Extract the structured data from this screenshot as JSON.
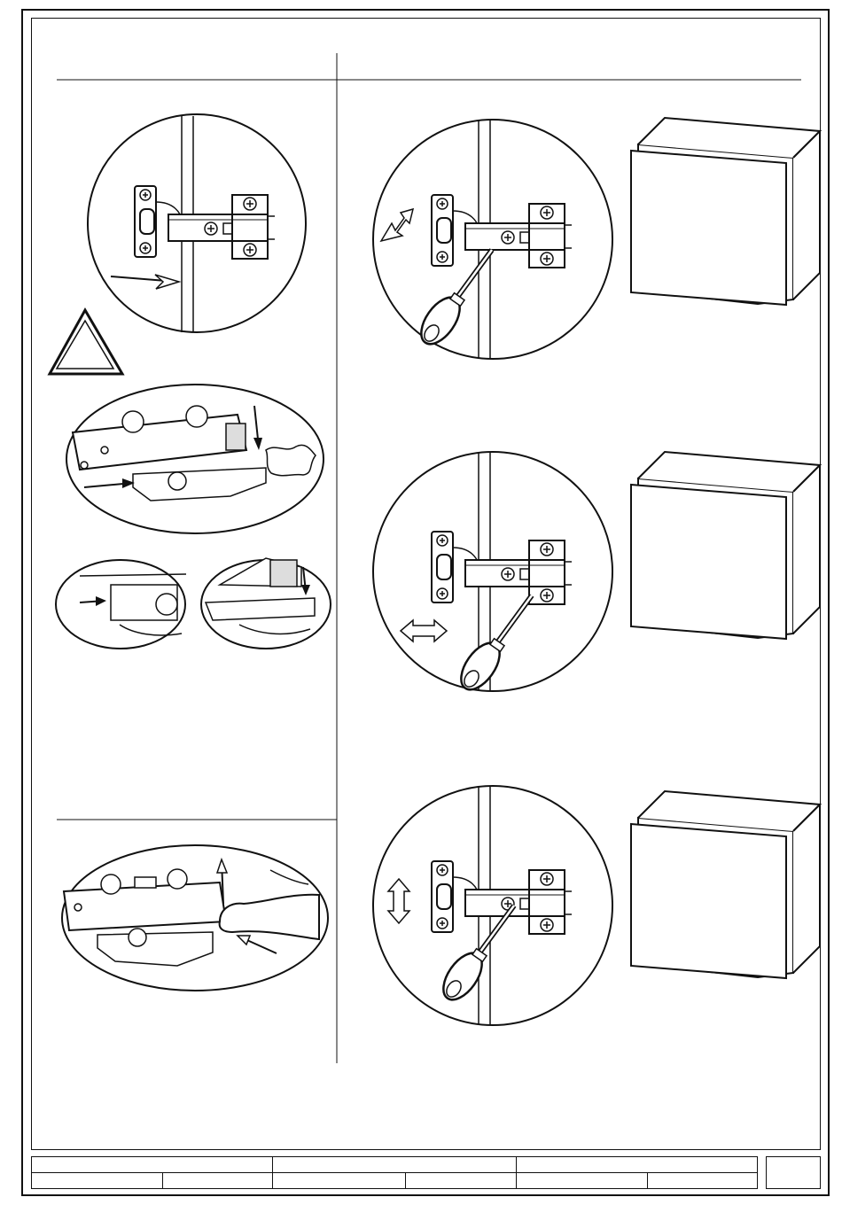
{
  "document": {
    "left_column": {
      "header": "",
      "lower_header": "",
      "warning_symbol": "warning-triangle-icon",
      "callout_text": ""
    },
    "right_column": {
      "header": "",
      "steps": [
        {
          "direction": "lateral-adjust",
          "icon": "double-arrow-diagonal-icon"
        },
        {
          "direction": "depth-adjust",
          "icon": "double-arrow-horizontal-icon"
        },
        {
          "direction": "height-adjust",
          "icon": "double-arrow-vertical-icon"
        }
      ]
    },
    "title_block": {
      "row1": [
        "",
        "",
        ""
      ],
      "row2": [
        "",
        "",
        "",
        "",
        "",
        ""
      ],
      "page_number": ""
    }
  }
}
